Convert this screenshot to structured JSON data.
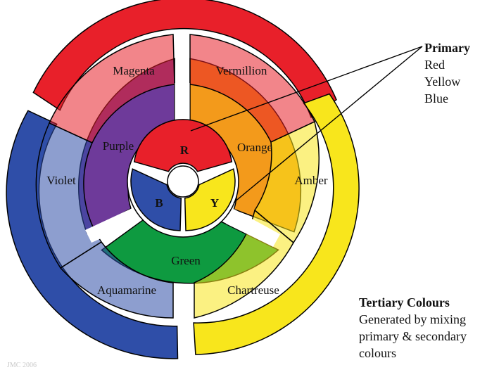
{
  "wheel": {
    "tertiary": [
      {
        "label": "Magenta",
        "color": "#e8202a"
      },
      {
        "label": "Vermillion",
        "color": "#e8202a"
      },
      {
        "label": "Amber",
        "color": "#f8e61c"
      },
      {
        "label": "Chartreuse",
        "color": "#f8e61c"
      },
      {
        "label": "Aquamarine",
        "color": "#2f4ea8"
      },
      {
        "label": "Violet",
        "color": "#2f4ea8"
      }
    ],
    "secondary": [
      {
        "label": "Purple",
        "color": "#6e3a9a"
      },
      {
        "label": "Orange",
        "color": "#f39a1b"
      },
      {
        "label": "Green",
        "color": "#0e9a40"
      }
    ],
    "primary": [
      {
        "label": "R",
        "color": "#e8202a"
      },
      {
        "label": "Y",
        "color": "#f8e61c"
      },
      {
        "label": "B",
        "color": "#2f4ea8"
      }
    ]
  },
  "legend": {
    "primary_heading": "Primary",
    "primary_items": [
      "Red",
      "Yellow",
      "Blue"
    ],
    "tertiary_heading": "Tertiary Colours",
    "tertiary_text": "Generated by mixing primary & secondary colours"
  },
  "credit": "JMC 2006"
}
